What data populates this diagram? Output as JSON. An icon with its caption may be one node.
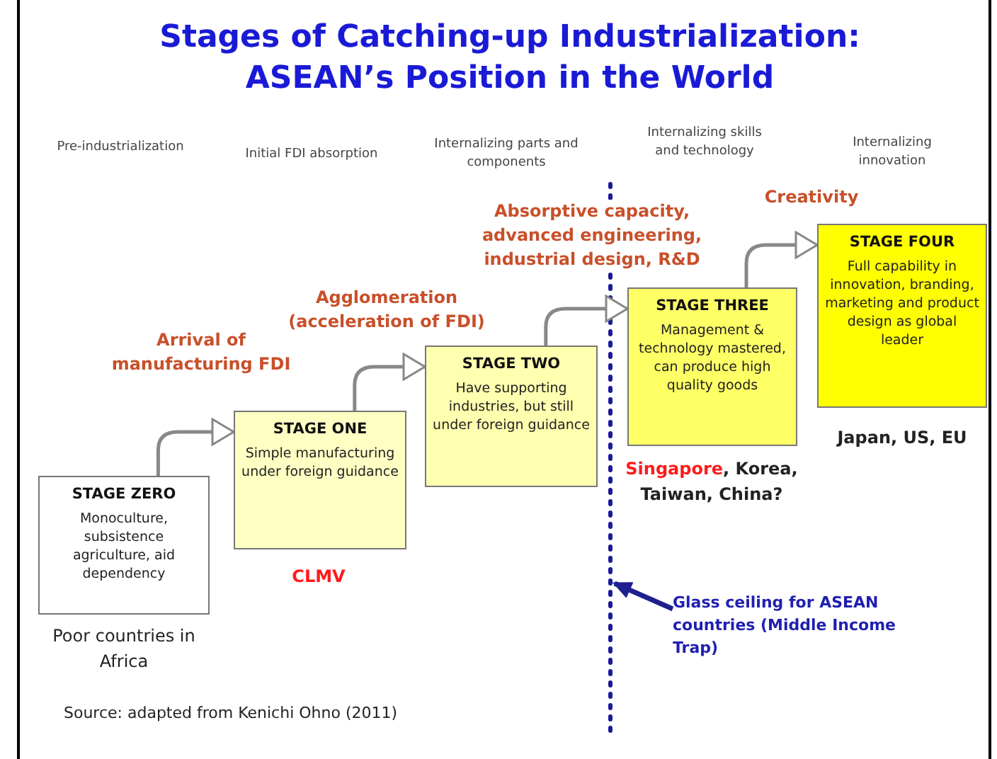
{
  "diagram": {
    "title": "Stages of Catching-up Industrialization: ASEAN’s Position in the World",
    "caption": "Source: adapted from Kenichi Ohno (2011)",
    "nodes": [
      {
        "text": [
          "STAGE ZERO",
          "Monoculture, subsistence agriculture, aid dependency"
        ],
        "beside": [
          "Poor countries in Africa"
        ]
      },
      {
        "text": [
          "STAGE ONE",
          "Simple manufacturing under foreign guidance"
        ],
        "beside": [
          "CLMV"
        ]
      },
      {
        "text": [
          "STAGE TWO",
          "Have supporting industries, but still under foreign guidance"
        ]
      },
      {
        "text": [
          "STAGE THREE",
          "Management & technology mastered, can produce high quality goods"
        ],
        "beside": [
          "Singapore, Korea, Taiwan, China?"
        ]
      },
      {
        "text": [
          "STAGE FOUR",
          "Full capability in innovation, branding, marketing and product design as global leader"
        ],
        "beside": [
          "Japan, US, EU"
        ]
      },
      {
        "text": [],
        "shape": "line"
      },
      {
        "text": [
          "Glass ceiling for ASEAN countries (Middle Income Trap)"
        ]
      }
    ],
    "edges": [
      {
        "from": 0,
        "to": 1,
        "arrow": "to",
        "label": "Arrival of manufacturing FDI"
      },
      {
        "from": 1,
        "to": 2,
        "arrow": "to",
        "label": "Agglomeration (acceleration of FDI)"
      },
      {
        "from": 2,
        "to": 3,
        "arrow": "to",
        "label": "Absorptive capacity, advanced engineering, industrial design, R&D"
      },
      {
        "from": 3,
        "to": 4,
        "arrow": "to",
        "label": "Creativity"
      },
      {
        "from": 6,
        "to": 5,
        "arrow": "to",
        "color": "#1f1f8f"
      }
    ],
    "labels": [
      "Pre-industrialization",
      "Initial FDI absorption",
      "Internalizing parts and components",
      "Internalizing skills and technology",
      "Internalizing innovation"
    ]
  }
}
